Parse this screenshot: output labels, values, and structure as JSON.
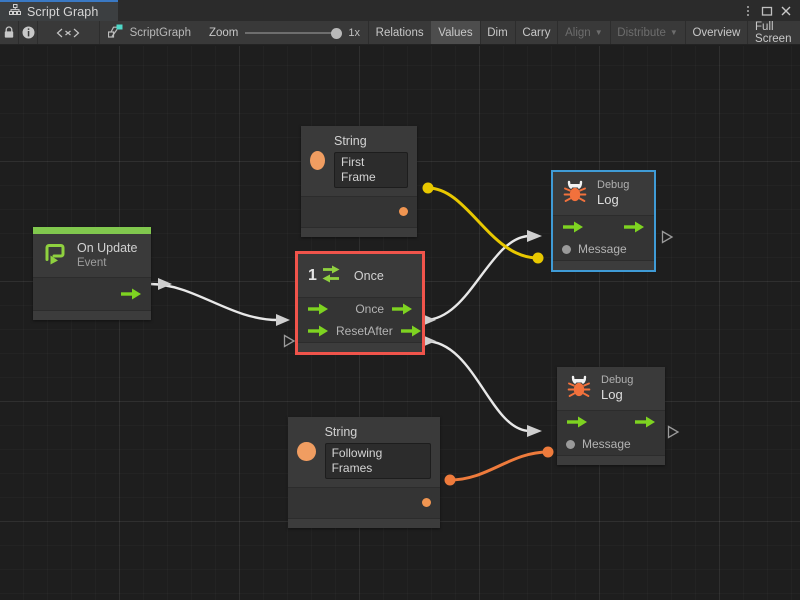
{
  "window": {
    "tab_label": "Script Graph",
    "tab_icon": "hierarchy-icon",
    "controls": {
      "menu": "⋮",
      "maximize": "▢",
      "close": "✕"
    }
  },
  "toolbar": {
    "lock_icon": "lock-icon",
    "info_icon": "info-icon",
    "code_icon": "code-icon",
    "code_label": "<x>",
    "graph_icon": "scriptgraph-icon",
    "graph_name": "ScriptGraph",
    "zoom_label": "Zoom",
    "zoom_value": "1x",
    "zoom_percent": 100,
    "buttons": [
      {
        "label": "Relations",
        "active": false,
        "disabled": false,
        "dropdown": false
      },
      {
        "label": "Values",
        "active": true,
        "disabled": false,
        "dropdown": false
      },
      {
        "label": "Dim",
        "active": false,
        "disabled": false,
        "dropdown": false
      },
      {
        "label": "Carry",
        "active": false,
        "disabled": false,
        "dropdown": false
      },
      {
        "label": "Align",
        "active": false,
        "disabled": true,
        "dropdown": true
      },
      {
        "label": "Distribute",
        "active": false,
        "disabled": true,
        "dropdown": true
      },
      {
        "label": "Overview",
        "active": false,
        "disabled": false,
        "dropdown": false
      },
      {
        "label": "Full Screen",
        "active": false,
        "disabled": false,
        "dropdown": false
      }
    ]
  },
  "colors": {
    "canvas_bg": "#1e1e1e",
    "node_bg": "#383838",
    "event_green": "#81c84e",
    "selection_red": "#f0544b",
    "selection_blue": "#3f9bd6",
    "wire_white": "#e8e8e8",
    "wire_yellow": "#e8c800",
    "wire_orange": "#ee7b3c",
    "port_orange": "#f09551",
    "port_grey": "#9a9a9a",
    "flow_green": "#7ed321"
  },
  "graph": {
    "nodes": [
      {
        "id": "on-update",
        "title": "On Update",
        "subtitle": "Event",
        "icon": "on-update-event-icon",
        "kind": "event",
        "selected": "none",
        "ports": {
          "flow_out": ""
        }
      },
      {
        "id": "once",
        "title": "Once",
        "badge": "1",
        "icon": "once-loop-icon",
        "kind": "flow",
        "selected": "red",
        "ports": {
          "flow_in": "",
          "reset_in": "Reset",
          "once_out": "Once",
          "after_out": "After"
        }
      },
      {
        "id": "string-first-frame",
        "title": "String",
        "icon": "string-value-icon",
        "kind": "value",
        "selected": "none",
        "value": "First Frame"
      },
      {
        "id": "string-following-frames",
        "title": "String",
        "icon": "string-value-icon",
        "kind": "value",
        "selected": "none",
        "value": "Following Frames"
      },
      {
        "id": "debug-log-1",
        "title": "Debug",
        "subtitle": "Log",
        "icon": "bug-icon",
        "kind": "unit",
        "selected": "blue",
        "ports": {
          "message_in": "Message"
        }
      },
      {
        "id": "debug-log-2",
        "title": "Debug",
        "subtitle": "Log",
        "icon": "bug-icon",
        "kind": "unit",
        "selected": "none",
        "ports": {
          "message_in": "Message"
        }
      }
    ],
    "connections": [
      {
        "from": "on-update.flow_out",
        "to": "once.flow_in",
        "type": "flow",
        "color": "#e8e8e8"
      },
      {
        "from": "once.once_out",
        "to": "debug-log-1.flow_in",
        "type": "flow",
        "color": "#e8e8e8"
      },
      {
        "from": "once.after_out",
        "to": "debug-log-2.flow_in",
        "type": "flow",
        "color": "#e8e8e8"
      },
      {
        "from": "string-first-frame.value_out",
        "to": "debug-log-1.message_in",
        "type": "value",
        "color": "#e8c800"
      },
      {
        "from": "string-following-frames.value_out",
        "to": "debug-log-2.message_in",
        "type": "value",
        "color": "#ee7b3c"
      }
    ]
  }
}
